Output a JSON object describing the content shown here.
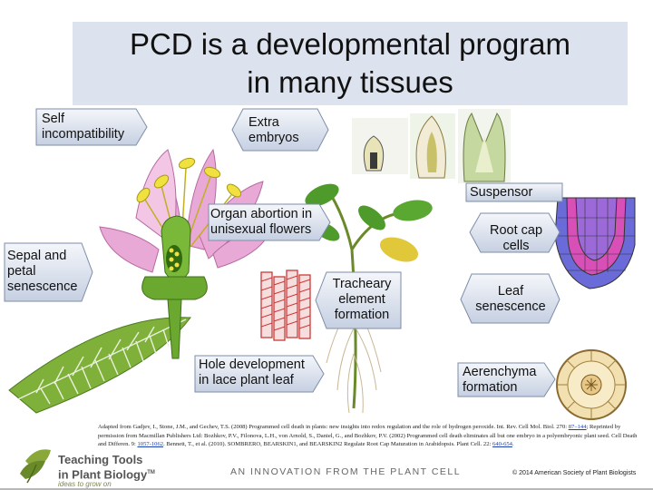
{
  "title_line1": "PCD is a developmental program",
  "title_line2": "in many tissues",
  "callouts": {
    "self_incompat_1": "Self",
    "self_incompat_2": "incompatibility",
    "extra_embryos_1": "Extra",
    "extra_embryos_2": "embryos",
    "suspensor": "Suspensor",
    "organ_abortion_1": "Organ abortion in",
    "organ_abortion_2": "unisexual flowers",
    "root_cap_1": "Root cap",
    "root_cap_2": "cells",
    "sepal_1": "Sepal and",
    "sepal_2": "petal",
    "sepal_3": "senescence",
    "tracheary_1": "Tracheary",
    "tracheary_2": "element",
    "tracheary_3": "formation",
    "leaf_sen_1": "Leaf",
    "leaf_sen_2": "senescence",
    "hole_dev_1": "Hole development",
    "hole_dev_2": "in lace plant leaf",
    "aerenchyma_1": "Aerenchyma",
    "aerenchyma_2": "formation"
  },
  "references": {
    "ref_a": "Adapted from Gadjev, I., Stone, J.M., and Gechev, T.S. (2008) Programmed cell death in plants: new insights into redox regulation and the role of hydrogen peroxide. Int. Rev. Cell Mol. Biol. 270:",
    "ref_a_pages": "87–144",
    "ref_b": "; Reprinted by permission from Macmillan Publishers Ltd: Bozhkov, P.V., Filonova, L.H., von Arnold, S., Daniel, G., and Bozhkov, P.V. (2002) Programmed cell death eliminates all but one embryo in a polyembryonic plant seed. Cell Death and Differen. 9:",
    "ref_b_pages": "1057-1062",
    "ref_c": ". Bennett, T., et al. (2010). SOMBRERO, BEARSKIN1, and BEARSKIN2 Regulate Root Cap Maturation in Arabidopsis. Plant Cell. 22:",
    "ref_c_pages": "640-654",
    "ref_end": "."
  },
  "footer": {
    "logo_line1": "Teaching Tools",
    "logo_line2": "in Plant Biology",
    "logo_tm": "TM",
    "logo_tagline": "ideas to grow on",
    "innovation": "AN INNOVATION FROM THE PLANT CELL",
    "copyright": "© 2014 American Society of Plant Biologists"
  },
  "colors": {
    "title_bg": "#dde3ee",
    "petal_pink": "#e9a9d6",
    "stamen_yellow": "#f0e040",
    "leaf_green": "#6aa830",
    "vessel_red": "#c83a3a",
    "root_cap_magenta": "#d94fb8",
    "root_cap_blue": "#6a6ad8"
  },
  "icons": [
    "flower-icon",
    "embryo-icon",
    "seedling-icon",
    "root-cap-icon",
    "lace-leaf-icon",
    "tracheary-icon",
    "aerenchyma-icon",
    "logo-leaf-icon"
  ]
}
